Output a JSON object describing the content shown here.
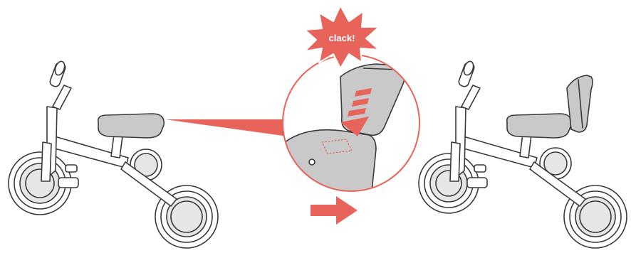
{
  "callout": {
    "text": "clack!"
  },
  "colors": {
    "accent": "#e8645a",
    "outline": "#3a3a3a",
    "part_fill": "#c9c9c9",
    "part_fill_light": "#e6e6e6",
    "background": "#ffffff"
  },
  "icons": {
    "before": "tricycle-without-backrest",
    "detail": "seat-backrest-insert-detail",
    "step": "right-arrow",
    "after": "tricycle-with-backrest"
  }
}
